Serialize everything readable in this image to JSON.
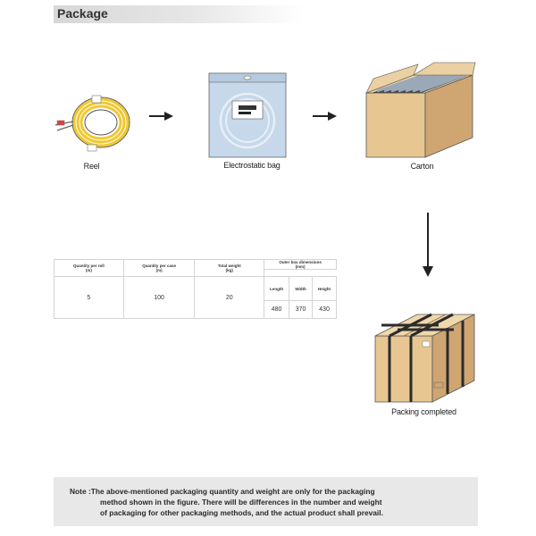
{
  "header": {
    "title": "Package"
  },
  "steps": {
    "reel": "Reel",
    "bag": "Electrostatic bag",
    "carton": "Carton",
    "completed": "Packing completed"
  },
  "table": {
    "headers": {
      "qty_roll": "Quantity per roll",
      "qty_roll_unit": "(m)",
      "qty_case": "Quantity per case",
      "qty_case_unit": "(m)",
      "weight": "Total weight",
      "weight_unit": "(kg)",
      "dims": "Outer box dimensions",
      "dims_unit": "(mm)",
      "length": "Length",
      "width": "Width",
      "height": "Height"
    },
    "row": {
      "qty_roll": "5",
      "qty_case": "100",
      "weight": "20",
      "length": "480",
      "width": "370",
      "height": "430"
    }
  },
  "note": {
    "label": "Note :",
    "line1": "The above-mentioned packaging quantity and weight are only for the packaging",
    "line2": "method shown in the figure. There will be differences in the number and weight",
    "line3": "of packaging for other packaging methods, and the actual product shall prevail."
  }
}
